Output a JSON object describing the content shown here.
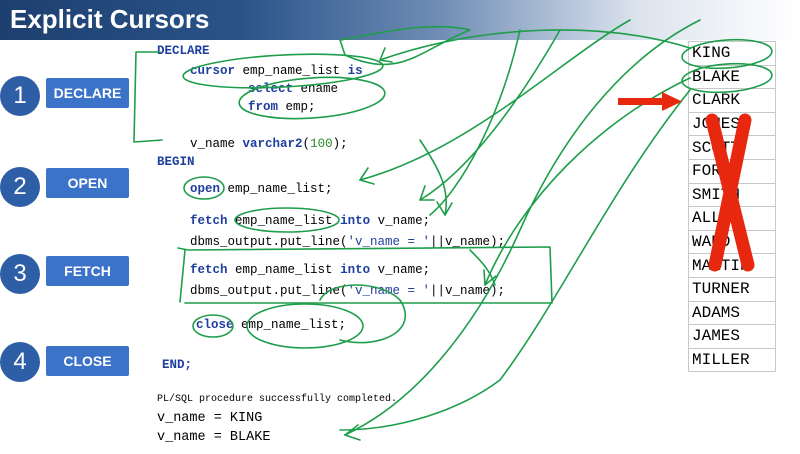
{
  "title": "Explicit Cursors",
  "steps": [
    {
      "number": "1",
      "label": "DECLARE"
    },
    {
      "number": "2",
      "label": "OPEN"
    },
    {
      "number": "3",
      "label": "FETCH"
    },
    {
      "number": "4",
      "label": "CLOSE"
    }
  ],
  "code": {
    "declare": "DECLARE",
    "cursor_kw": "cursor",
    "cursor_name": "emp_name_list",
    "is_kw": "is",
    "select_kw": "select",
    "select_col": "ename",
    "from_kw": "from",
    "from_tbl": "emp;",
    "var_name": "v_name",
    "var_type": "varchar2",
    "var_size": "100",
    "begin": "BEGIN",
    "open_kw": "open",
    "open_arg": "emp_name_list;",
    "fetch_kw": "fetch",
    "fetch_cursor": "emp_name_list",
    "into_kw": "into",
    "fetch_target": "v_name;",
    "put_line": "dbms_output.put_line(",
    "put_str": "'v_name = '",
    "put_rest": "||v_name);",
    "close_kw": "close",
    "close_arg": "emp_name_list;",
    "end": "END;"
  },
  "output": {
    "message": "PL/SQL procedure successfully completed.",
    "line1": "v_name = KING",
    "line2": "v_name = BLAKE"
  },
  "names": [
    "KING",
    "BLAKE",
    "CLARK",
    "JONES",
    "SCOTT",
    "FORD",
    "SMITH",
    "ALLEN",
    "WARD",
    "MARTIN",
    "TURNER",
    "ADAMS",
    "JAMES",
    "MILLER"
  ],
  "colors": {
    "annotation": "#1e9e4a",
    "arrow": "#e8280e",
    "cross": "#e8280e",
    "button": "#3b73c8"
  }
}
